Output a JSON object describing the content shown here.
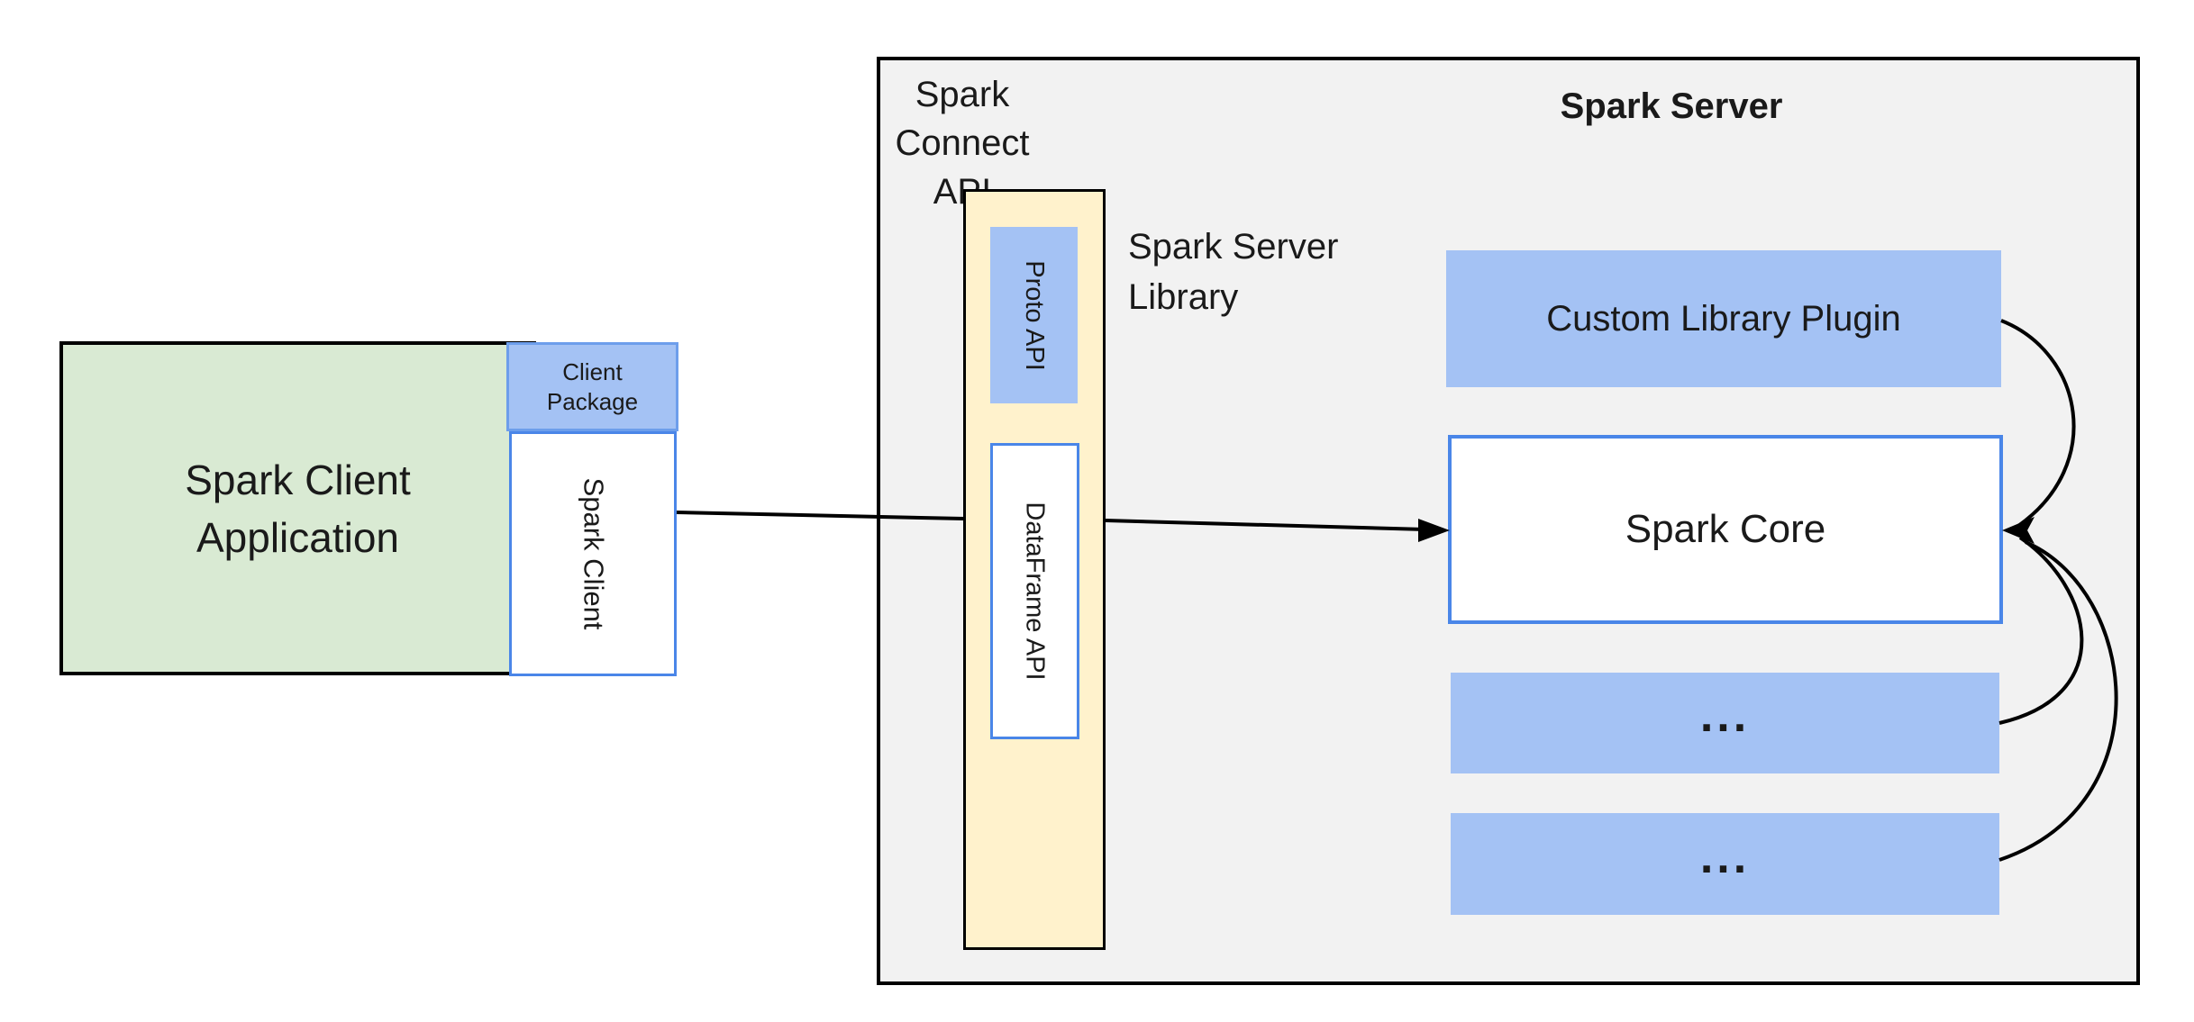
{
  "diagram": {
    "client": {
      "app_label": "Spark Client Application",
      "package_label": "Client Package",
      "spark_client_label": "Spark Client"
    },
    "connect": {
      "api_label": "Spark Connect API",
      "proto_label": "Proto  API",
      "dataframe_label": "DataFrame API",
      "library_label": "Spark Server Library"
    },
    "server": {
      "title": "Spark Server",
      "plugin_label": "Custom Library Plugin",
      "core_label": "Spark Core",
      "ellipsis_1": "...",
      "ellipsis_2": "..."
    }
  },
  "colors": {
    "container-fill": "#f2f2f2",
    "green-fill": "#d9ead3",
    "blue-fill": "#a4c2f4",
    "yellow-fill": "#fff2cc",
    "blue-border": "#4a86e8",
    "blue-border-soft": "#6d9eeb",
    "line-color": "#000000"
  }
}
